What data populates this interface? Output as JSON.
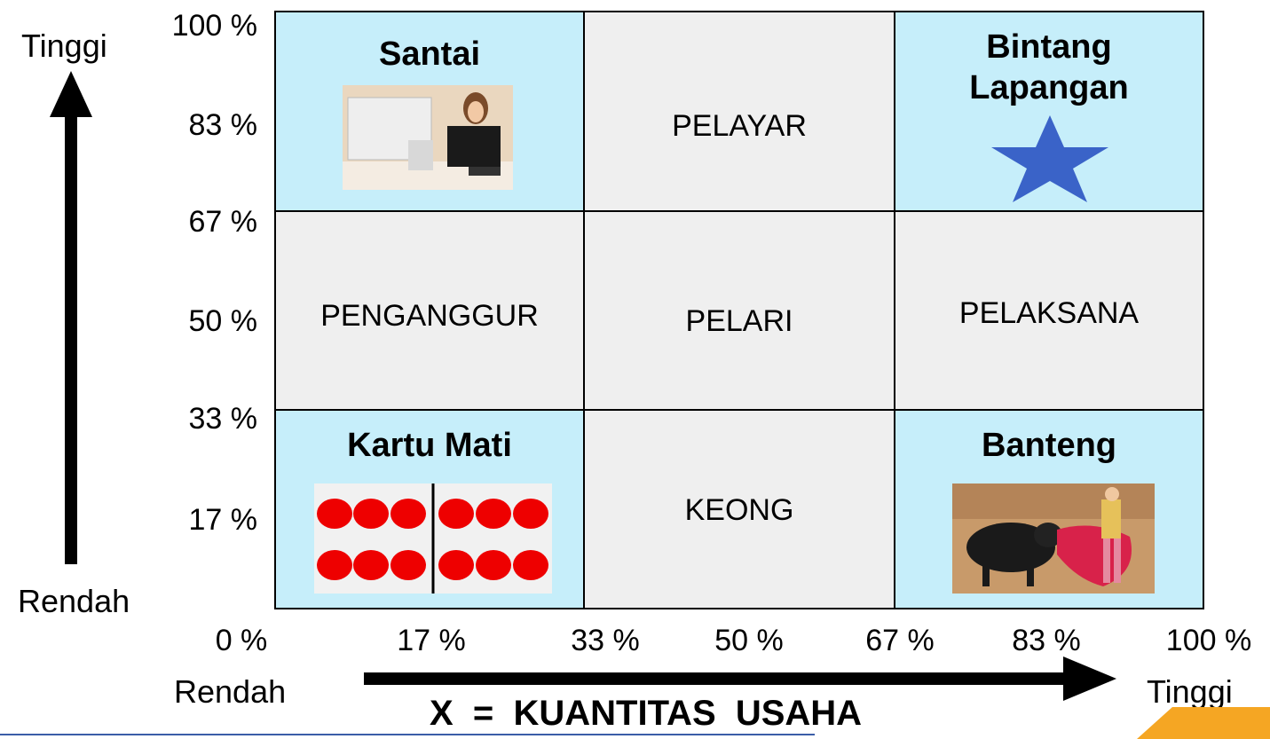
{
  "y_axis": {
    "high_label": "Tinggi",
    "low_label": "Rendah",
    "ticks": [
      "100 %",
      "83 %",
      "67 %",
      "50 %",
      "33 %",
      "17 %"
    ]
  },
  "x_axis": {
    "low_label": "Rendah",
    "high_label": "Tinggi",
    "ticks": [
      "0 %",
      "17 %",
      "33 %",
      "50 %",
      "67 %",
      "83 %",
      "100 %"
    ],
    "title": "X  =  KUANTITAS  USAHA"
  },
  "grid": {
    "top_left": "Santai",
    "top_middle": "PELAYAR",
    "top_right": "Bintang Lapangan",
    "middle_left": "PENGANGGUR",
    "center": "PELARI",
    "middle_right": "PELAKSANA",
    "bottom_left": "Kartu Mati",
    "bottom_middle": "KEONG",
    "bottom_right": "Banteng"
  },
  "colors": {
    "highlight_cell": "#c6eefa",
    "neutral_cell": "#efefef",
    "star": "#3a63c8",
    "domino_dot": "#ee0000",
    "accent_corner": "#f5a623"
  },
  "icons": {
    "top_left": "bored-office-worker-photo",
    "top_right": "star-icon",
    "bottom_left": "domino-tile",
    "bottom_right": "bullfighter-photo"
  }
}
